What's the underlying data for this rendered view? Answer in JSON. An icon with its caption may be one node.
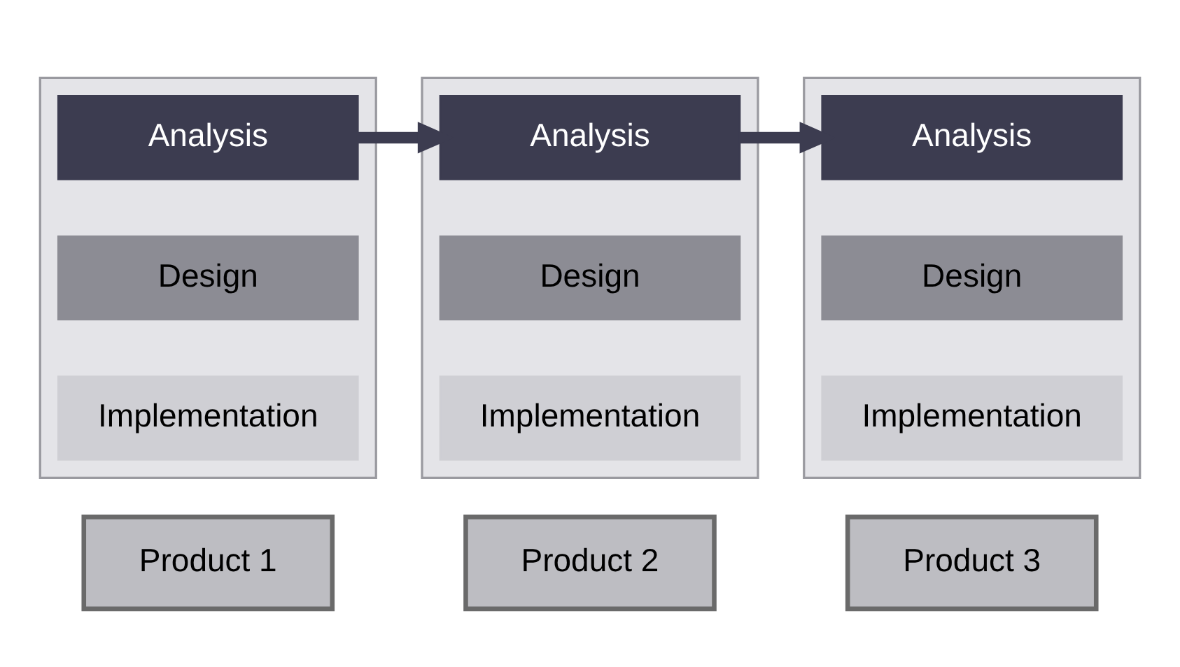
{
  "diagram": {
    "nodes": [
      {
        "text": [],
        "shape": "triangle"
      },
      {
        "text": [
          "Analysis"
        ],
        "in": 0
      },
      {
        "text": [
          "Design"
        ],
        "in": 0
      },
      {
        "text": [
          "Implementation"
        ],
        "in": 0
      },
      {
        "text": [
          "Product 1"
        ]
      },
      {
        "text": [],
        "shape": "triangle"
      },
      {
        "text": [
          "Analysis"
        ],
        "in": 5
      },
      {
        "text": [
          "Design"
        ],
        "in": 5
      },
      {
        "text": [
          "Implementation"
        ],
        "in": 5
      },
      {
        "text": [
          "Product 2"
        ]
      },
      {
        "text": [],
        "shape": "triangle"
      },
      {
        "text": [
          "Analysis"
        ],
        "in": 10
      },
      {
        "text": [
          "Design"
        ],
        "in": 10
      },
      {
        "text": [
          "Implementation"
        ],
        "in": 10
      },
      {
        "text": [
          "Product 3"
        ]
      }
    ],
    "edges": [
      {
        "from": 1,
        "to": 6,
        "arrow": "to"
      },
      {
        "from": 6,
        "to": 11,
        "arrow": "to"
      }
    ]
  }
}
